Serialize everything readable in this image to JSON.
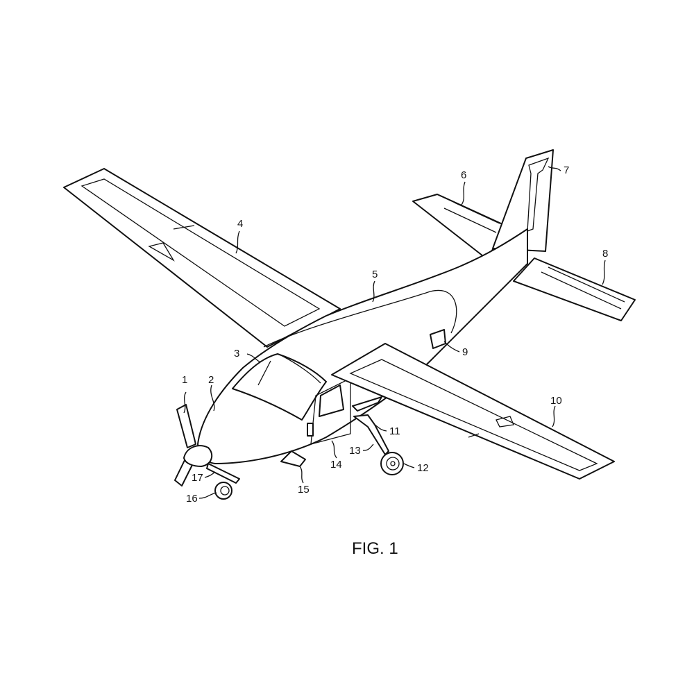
{
  "figure": {
    "caption": "FIG. 1"
  },
  "labels": [
    "1",
    "2",
    "3",
    "4",
    "5",
    "6",
    "7",
    "8",
    "9",
    "10",
    "11",
    "12",
    "13",
    "14",
    "15",
    "16",
    "17"
  ]
}
